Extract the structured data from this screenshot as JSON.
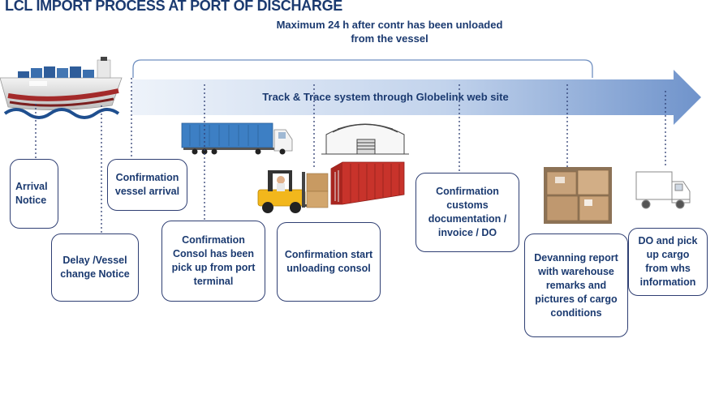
{
  "title": "LCL IMPORT PROCESS AT PORT OF DISCHARGE",
  "top_note": "Maximum 24 h after contr  has been unloaded from the vessel",
  "track_text": "Track & Trace system through Globelink web site",
  "colors": {
    "text": "#1b3a70",
    "box_border": "#2f3f73",
    "arrow_light": "#e4ecf7",
    "arrow_dark": "#7598cd"
  },
  "steps": {
    "arrival_notice": "Arrival Notice",
    "delay_notice": "Delay /Vessel change Notice",
    "confirmation_vessel_arrival": "Confirmation vessel arrival",
    "confirmation_consol_pickup": "Confirmation Consol has been pick up from port terminal",
    "confirmation_start_unloading": "Confirmation start unloading consol",
    "confirmation_customs": "Confirmation customs documentation / invoice / DO",
    "devanning_report": "Devanning report with warehouse remarks and pictures of cargo conditions",
    "do_pickup": "DO and pick up cargo from whs information"
  },
  "images": [
    "container-ship",
    "container-truck",
    "warehouse",
    "forklift",
    "shipping-container",
    "cargo-boxes",
    "delivery-truck"
  ]
}
